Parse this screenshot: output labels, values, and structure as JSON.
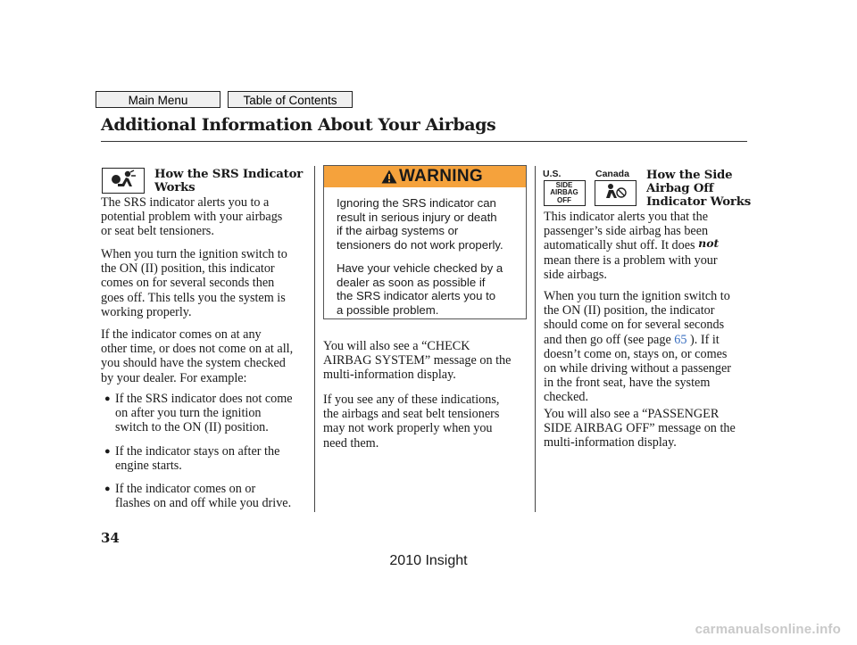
{
  "nav": {
    "main_menu": "Main Menu",
    "table_of_contents": "Table of Contents"
  },
  "page": {
    "title": "Additional Information About Your Airbags",
    "page_number": "34",
    "footer": "2010 Insight",
    "watermark": "carmanualsonline.info"
  },
  "left": {
    "heading_1": "How the SRS Indicator",
    "heading_2": "Works",
    "icon": "srs-indicator-icon",
    "p1": [
      "The SRS indicator alerts you to a",
      "potential problem with your airbags",
      "or seat belt tensioners."
    ],
    "p2": [
      "When you turn the ignition switch to",
      "the ON (II) position, this indicator",
      "comes on for several seconds then",
      "goes off. This tells you the system is",
      "working properly."
    ],
    "p3": [
      "If the indicator comes on at any",
      "other time, or does not come on at all,",
      "you should have the system checked",
      "by your dealer. For example:"
    ],
    "bullets": [
      [
        "If the SRS indicator does not come",
        "on after you turn the ignition",
        "switch to the ON (II) position."
      ],
      [
        "If the indicator stays on after the",
        "engine starts."
      ],
      [
        "If the indicator comes on or",
        "flashes on and off while you drive."
      ]
    ]
  },
  "middle": {
    "warning_label": "WARNING",
    "warning_p1": [
      "Ignoring the SRS indicator can",
      "result in serious injury or death",
      "if the airbag systems or",
      "tensioners do not work properly."
    ],
    "warning_p2": [
      "Have your vehicle checked by a",
      "dealer as soon as possible if",
      "the SRS indicator alerts you to",
      "a possible problem."
    ],
    "p1": [
      "You will also see a “CHECK",
      "AIRBAG SYSTEM” message on the",
      "multi-information display."
    ],
    "p2": [
      "If you see any of these indications,",
      "the airbags and seat belt tensioners",
      "may not work properly when you",
      "need them."
    ]
  },
  "right": {
    "label_us": "U.S.",
    "label_canada": "Canada",
    "us_icon_text": [
      "SIDE",
      "AIRBAG",
      "OFF"
    ],
    "canada_icon": "passenger-airbag-off-icon",
    "heading_1": "How the Side",
    "heading_2": "Airbag Off",
    "heading_3": "Indicator Works",
    "p1_a": "This indicator alerts you that the",
    "p1_b": "passenger’s side airbag has been",
    "p1_c": "automatically shut off. It does",
    "p1_not": "not",
    "p1_d": "mean there is a problem with your",
    "p1_e": "side airbags.",
    "p2_a": "When you turn the ignition switch to",
    "p2_b": "the ON (II) position, the indicator",
    "p2_c": "should come on for several seconds",
    "p2_d": "and then go off (see page",
    "p2_link": "65",
    "p2_d2": "). If it",
    "p2_e": "doesn’t come on, stays on, or comes",
    "p2_f": "on while driving without a passenger",
    "p2_g": "in the front seat, have the system",
    "p2_h": "checked.",
    "p3": [
      "You will also see a “PASSENGER",
      "SIDE AIRBAG OFF” message on the",
      "multi-information display."
    ]
  },
  "colors": {
    "warning_header": "#f5a23c",
    "link": "#3a6fc0",
    "watermark": "#c9c9c9"
  }
}
